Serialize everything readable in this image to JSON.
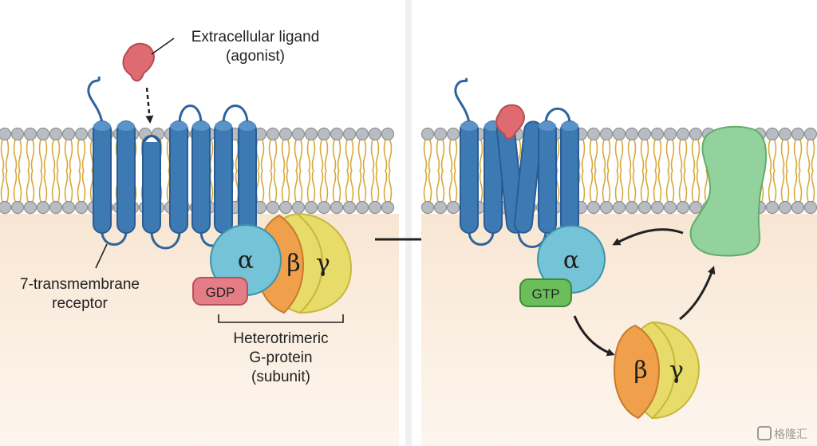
{
  "left": {
    "ligand_label_line1": "Extracellular ligand",
    "ligand_label_line2": "(agonist)",
    "receptor_label_line1": "7-transmembrane",
    "receptor_label_line2": "receptor",
    "gprotein_label_line1": "Heterotrimeric",
    "gprotein_label_line2": "G-protein",
    "gprotein_label_line3": "(subunit)",
    "alpha": "α",
    "beta": "β",
    "gamma": "γ",
    "nucleotide": "GDP"
  },
  "right": {
    "alpha": "α",
    "beta": "β",
    "gamma": "γ",
    "nucleotide": "GTP"
  },
  "watermark": "格隆汇",
  "colors": {
    "panel_bg": "#fbf1e6",
    "helix": "#3d79b3",
    "alpha": "#74c3d6",
    "beta": "#f0a04b",
    "gamma": "#e7dc6a",
    "gdp": "#e57d86",
    "gtp": "#6bbf5b",
    "ligand": "#dd6b6f",
    "effector": "#94d29d"
  }
}
